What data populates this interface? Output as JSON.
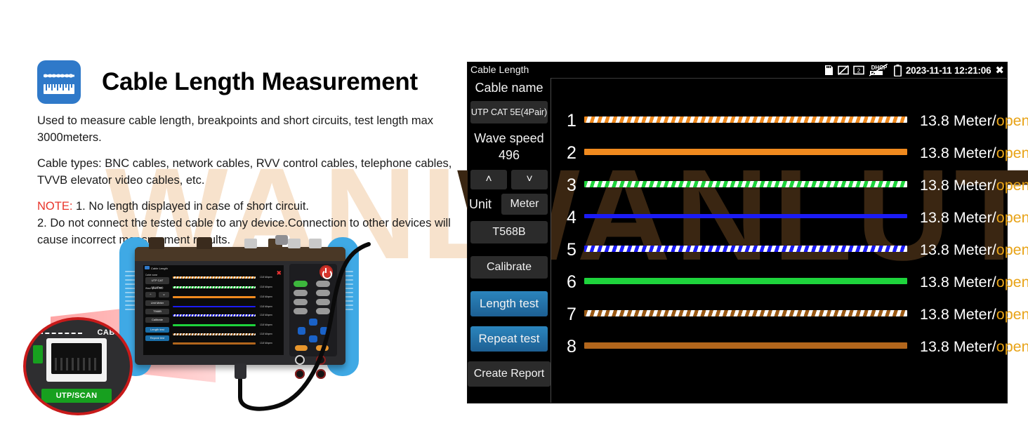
{
  "left": {
    "icon_name": "cable-ruler-icon",
    "title": "Cable Length Measurement",
    "paragraphs": [
      "Used to measure cable length, breakpoints and short circuits, test length max 3000meters.",
      "Cable types: BNC cables, network cables, RVV control cables, telephone cables, TVVB elevator video cables, etc."
    ],
    "note_label": "NOTE:",
    "note_line1": " 1. No length displayed in case of short circuit.",
    "note_line2": "2. Do not connect the tested cable to any device.Connection to other devices will cause incorrect measurement results.",
    "callout": {
      "port_label": "CABL",
      "port_mode": "UTP/SCAN"
    }
  },
  "watermark": {
    "text": "WANLUTECH",
    "color_light": "#f7e2cc",
    "color_dark": "#3a2612"
  },
  "panel": {
    "titlebar": {
      "title": "Cable Length",
      "clock": "2023-11-11 12:21:06",
      "close_label": "✖",
      "icons": [
        "sdcard-icon",
        "no-wifi-icon",
        "no-bluetooth-icon",
        "dhcp-disabled-icon",
        "battery-icon"
      ]
    },
    "sidebar": {
      "cable_name_label": "Cable name",
      "cable_name_value": "UTP CAT 5E(4Pair)",
      "wave_speed_label": "Wave speed",
      "wave_speed_value": "496",
      "up_arrow": "˄",
      "down_arrow": "˅",
      "unit_label": "Unit",
      "unit_value": "Meter",
      "standard": "T568B",
      "calibrate": "Calibrate",
      "length_test": "Length test",
      "repeat_test": "Repeat test",
      "create_report": "Create Report"
    },
    "pairs": [
      {
        "num": "1",
        "measure": "13.8 Meter/",
        "status": "open",
        "style": "stripe",
        "color": "#f08a1e",
        "thick": 9
      },
      {
        "num": "2",
        "measure": "13.8 Meter/",
        "status": "open",
        "style": "solid",
        "color": "#f08a1e",
        "thick": 9
      },
      {
        "num": "3",
        "measure": "13.8 Meter/",
        "status": "open",
        "style": "stripe",
        "color": "#1ed43c",
        "thick": 9
      },
      {
        "num": "4",
        "measure": "13.8 Meter/",
        "status": "open",
        "style": "solid",
        "color": "#1b1bf5",
        "thick": 6
      },
      {
        "num": "5",
        "measure": "13.8 Meter/",
        "status": "open",
        "style": "stripe",
        "color": "#1b1bf5",
        "thick": 9
      },
      {
        "num": "6",
        "measure": "13.8 Meter/",
        "status": "open",
        "style": "solid",
        "color": "#1ed43c",
        "thick": 9
      },
      {
        "num": "7",
        "measure": "13.8 Meter/",
        "status": "open",
        "style": "stripe",
        "color": "#9a5a16",
        "thick": 9
      },
      {
        "num": "8",
        "measure": "13.8 Meter/",
        "status": "open",
        "style": "solid",
        "color": "#b2661c",
        "thick": 9
      }
    ],
    "accent_blue": "#2b85bd",
    "status_color": "#e8a317"
  },
  "device_screen": {
    "title": "Cable Length",
    "cable_name_label": "Cable name",
    "cable_name_value": "UTP CAT 5E(4Pair)",
    "wave_speed": "Wave speed  496",
    "unit": "Unit   Meter",
    "standard": "T568B",
    "calibrate": "Calibrate",
    "length_test": "Length test",
    "repeat_test": "Repeat test",
    "measure": "13.8 Meter/open"
  }
}
